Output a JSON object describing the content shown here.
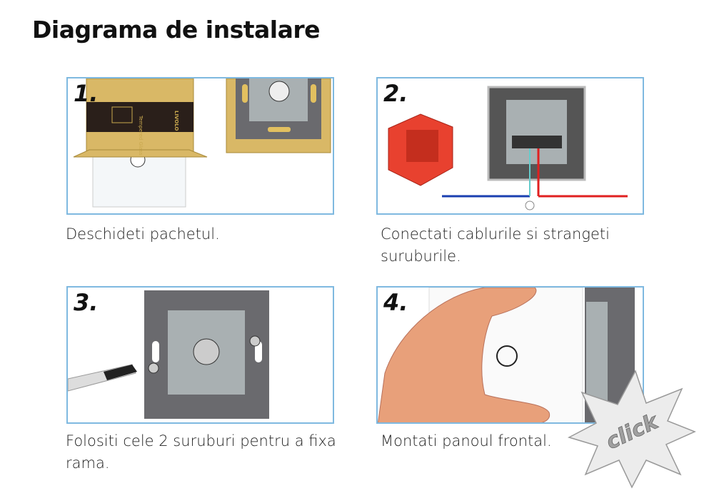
{
  "title": "Diagrama de instalare",
  "steps": [
    {
      "number": "1.",
      "caption": "Deschideti pachetul.",
      "package_text": "Tempered Glass",
      "brand": "LIVOLO"
    },
    {
      "number": "2.",
      "caption": "Conectati cablurile si strangeti suruburile."
    },
    {
      "number": "3.",
      "caption": "Folositi cele 2 suruburi pentru a fixa rama."
    },
    {
      "number": "4.",
      "caption": "Montati panoul frontal."
    }
  ],
  "badge": {
    "label": "click",
    "colors": {
      "fill": "#e8e8e8",
      "text": "#999999"
    }
  },
  "colors": {
    "border": "#7fb9e0",
    "box": "#d9b866",
    "wire_blue": "#1a3fb0",
    "wire_red": "#e02020"
  }
}
